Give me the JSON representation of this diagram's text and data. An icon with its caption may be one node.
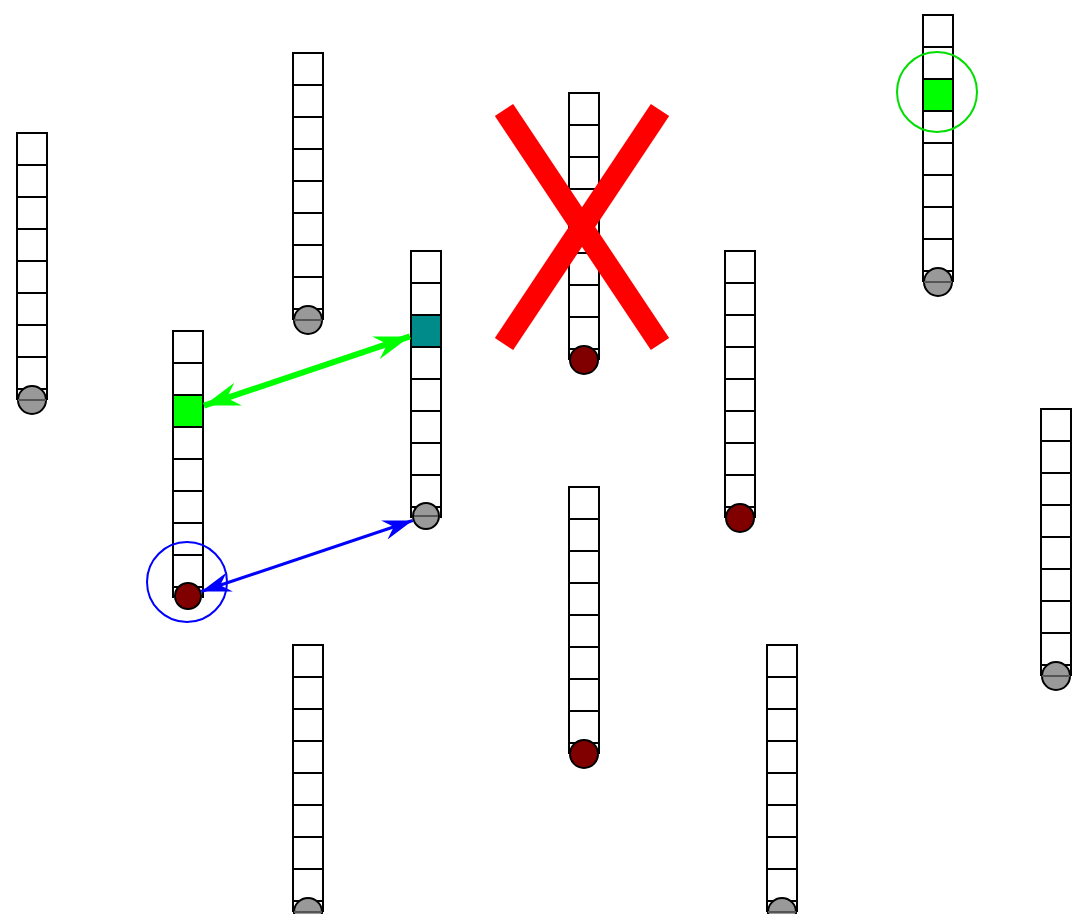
{
  "diagram": {
    "nodes": [
      {
        "text": [],
        "shape": "bar"
      },
      {
        "text": [],
        "shape": "bar"
      },
      {
        "text": [],
        "shape": "bar"
      },
      {
        "text": [],
        "shape": "bar"
      },
      {
        "text": [],
        "shape": "box",
        "in": 3
      },
      {
        "text": [],
        "shape": "bar"
      },
      {
        "text": [],
        "shape": "box",
        "in": 5
      },
      {
        "text": [],
        "shape": "circle",
        "in": 5
      },
      {
        "text": [],
        "shape": "bar"
      },
      {
        "text": [],
        "shape": "box",
        "in": 8
      },
      {
        "text": [],
        "shape": "circle",
        "in": 8
      },
      {
        "text": [],
        "shape": "bar"
      },
      {
        "text": [],
        "shape": "bar"
      },
      {
        "text": [],
        "shape": "bar"
      },
      {
        "text": [],
        "shape": "bar"
      },
      {
        "text": [],
        "shape": "bar"
      }
    ],
    "edges": [
      {
        "from": 6,
        "to": 9,
        "arrow": "both",
        "style": "thick",
        "color": "#00ff00"
      },
      {
        "from": 7,
        "to": 10,
        "arrow": "both",
        "color": "#0000ff"
      }
    ]
  }
}
